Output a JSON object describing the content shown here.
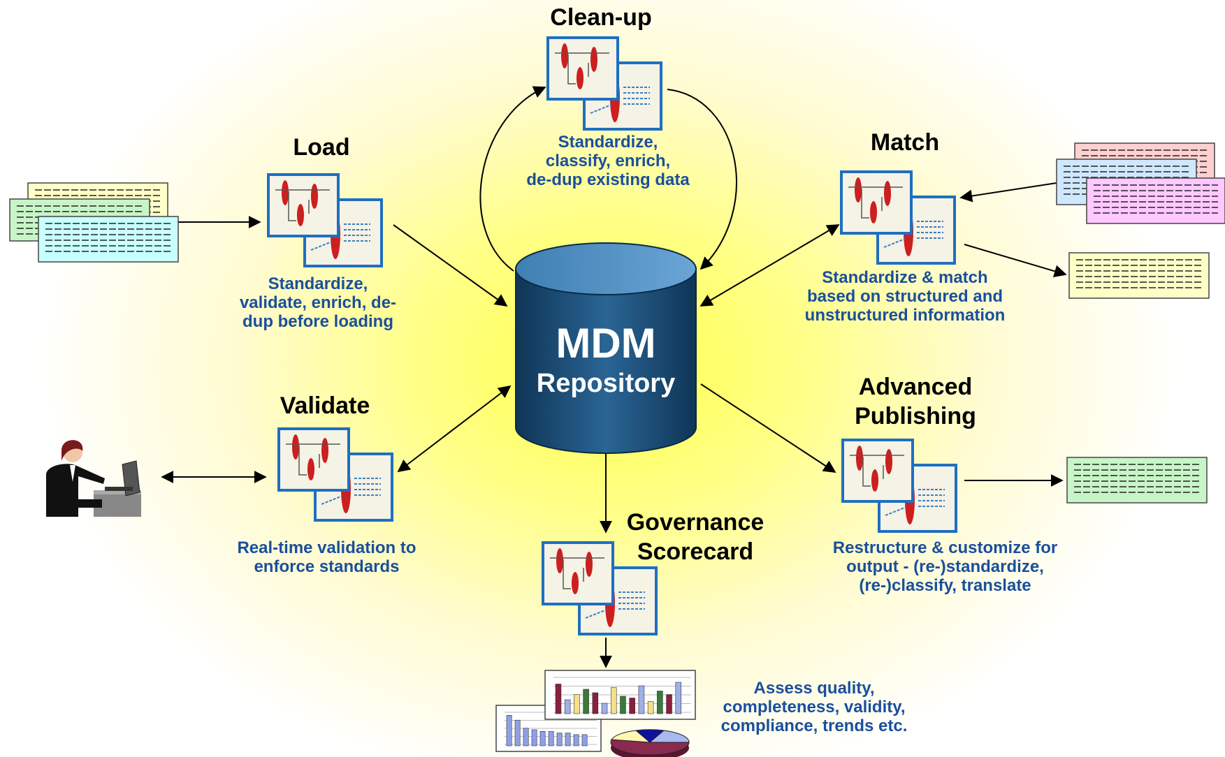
{
  "repository": {
    "line1": "MDM",
    "line2": "Repository"
  },
  "nodes": {
    "cleanup": {
      "title": "Clean-up",
      "desc": [
        "Standardize,",
        "classify, enrich,",
        "de-dup existing data"
      ]
    },
    "load": {
      "title": "Load",
      "desc": [
        "Standardize,",
        "validate, enrich, de-",
        "dup before loading"
      ]
    },
    "match": {
      "title": "Match",
      "desc": [
        "Standardize & match",
        "based on structured and",
        "unstructured information"
      ]
    },
    "validate": {
      "title": "Validate",
      "desc": [
        "Real-time validation to",
        "enforce standards"
      ]
    },
    "publishing": {
      "title": [
        "Advanced",
        "Publishing"
      ],
      "desc": [
        "Restructure & customize for",
        "output - (re-)standardize,",
        "(re-)classify, translate"
      ]
    },
    "governance": {
      "title": [
        "Governance",
        "Scorecard"
      ],
      "desc": [
        "Assess quality,",
        "completeness, validity,",
        "compliance, trends etc."
      ]
    }
  },
  "colors": {
    "text_blue": "#1a4f9c",
    "cylinder": "#1f4f7a",
    "process_red": "#cc1f1f",
    "card_border": "#1f6fc0",
    "doc_yellow": "#ffffc8",
    "doc_green": "#c8f5c8",
    "doc_cyan": "#c8ffff",
    "doc_pink": "#ffd0d0",
    "doc_blue": "#cfe8ff",
    "doc_magenta": "#ffc8ff"
  },
  "icons": [
    "process-flow-icon",
    "document-stack-icon",
    "user-at-computer-icon",
    "report-charts-icon",
    "database-cylinder-icon"
  ]
}
